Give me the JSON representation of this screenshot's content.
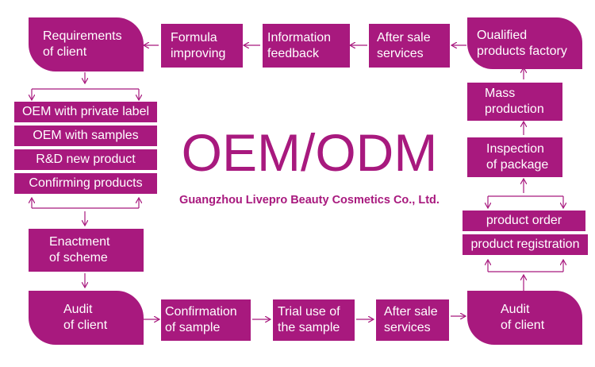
{
  "title": "OEM/ODM",
  "subtitle": "Guangzhou Livepro Beauty Cosmetics Co., Ltd.",
  "colors": {
    "primary": "#a8197e",
    "text_on_primary": "#ffffff",
    "background": "#ffffff"
  },
  "top_row": {
    "requirements": "Requirements\nof client",
    "formula": "Formula\nimproving",
    "information": "Information\nfeedback",
    "after_sale": "After sale\nservices",
    "qualified": "Oualified\nproducts factory"
  },
  "left_options": [
    "OEM with private label",
    "OEM with samples",
    "R&D new product",
    "Confirming products"
  ],
  "enactment": "Enactment\nof scheme",
  "bottom_row": {
    "audit_left": "Audit\nof client",
    "confirmation": "Confirmation\nof sample",
    "trial": "Trial use of\nthe sample",
    "after_sale": "After sale\nservices",
    "audit_right": "Audit\nof client"
  },
  "right_column": {
    "mass_production": "Mass\nproduction",
    "inspection": "Inspection\nof package",
    "product_order": "product order",
    "product_registration": "product registration"
  }
}
